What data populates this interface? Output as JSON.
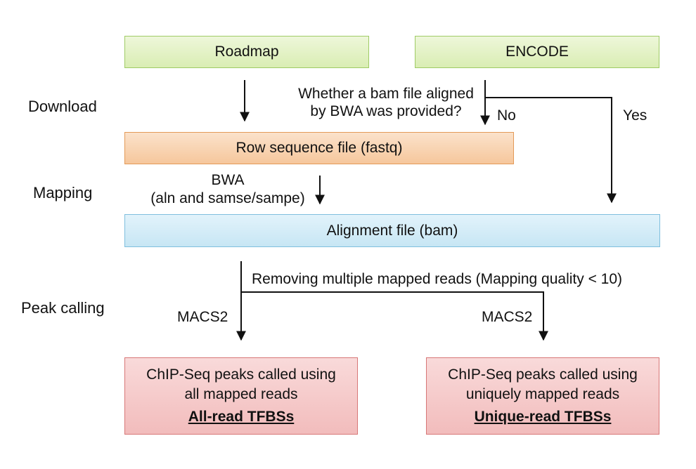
{
  "sources": {
    "roadmap": "Roadmap",
    "encode": "ENCODE"
  },
  "stages": {
    "download": "Download",
    "mapping": "Mapping",
    "peak_calling": "Peak calling"
  },
  "decision": {
    "question_line1": "Whether a bam file aligned",
    "question_line2": "by BWA was provided?",
    "no": "No",
    "yes": "Yes"
  },
  "files": {
    "fastq": "Row sequence file (fastq)",
    "bam": "Alignment file (bam)"
  },
  "bwa": {
    "line1": "BWA",
    "line2": "(aln and samse/sampe)"
  },
  "filter": "Removing multiple mapped reads (Mapping quality < 10)",
  "macs_left": "MACS2",
  "macs_right": "MACS2",
  "outputs": {
    "all": {
      "line1": "ChIP-Seq peaks called using",
      "line2": "all mapped reads",
      "name": "All-read TFBSs"
    },
    "unique": {
      "line1": "ChIP-Seq peaks called using",
      "line2": "uniquely mapped reads",
      "name": "Unique-read TFBSs"
    }
  }
}
